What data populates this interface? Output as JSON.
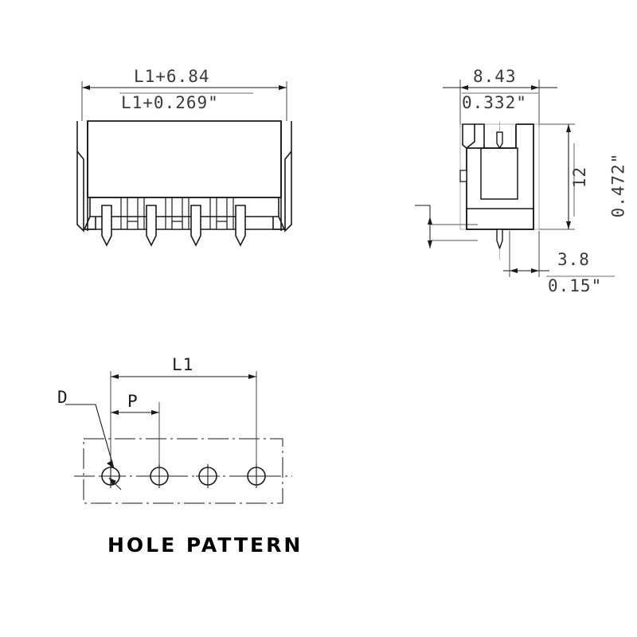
{
  "drawing": {
    "type": "technical-engineering-drawing",
    "subject": "PCB header connector",
    "views": [
      {
        "name": "front-view",
        "position": "top-left"
      },
      {
        "name": "side-view",
        "position": "top-right"
      },
      {
        "name": "hole-pattern-view",
        "position": "bottom-left"
      }
    ]
  },
  "front_view": {
    "overall_width_mm": "L1+6.84",
    "overall_width_in": "L1+0.269\"",
    "pin_count": 4
  },
  "side_view": {
    "width_mm": "8.43",
    "width_in": "0.332\"",
    "height_mm": "12",
    "height_in": "0.472\"",
    "offset_mm": "3.8",
    "offset_in": "0.15\""
  },
  "hole_pattern": {
    "caption": "HOLE PATTERN",
    "span_label": "L1",
    "pitch_label": "P",
    "diameter_label": "D",
    "hole_count": 4
  },
  "colors": {
    "line": "#1a1a1a",
    "dim_text": "#3a3a3a",
    "background": "#ffffff"
  }
}
